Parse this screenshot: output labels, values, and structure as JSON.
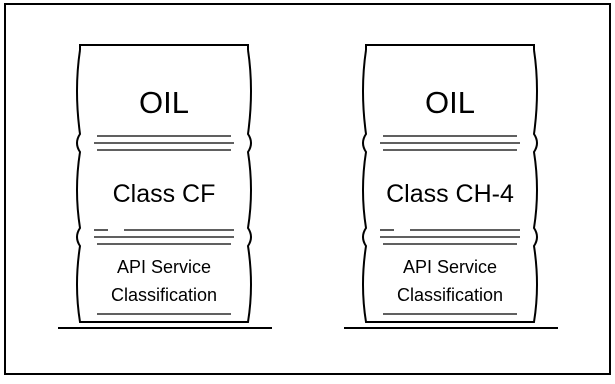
{
  "barrels": [
    {
      "top_label": "OIL",
      "class_label": "Class CF",
      "service_line1": "API Service",
      "service_line2": "Classification"
    },
    {
      "top_label": "OIL",
      "class_label": "Class CH-4",
      "service_line1": "API Service",
      "service_line2": "Classification"
    }
  ],
  "colors": {
    "stroke": "#000000",
    "background": "#ffffff"
  }
}
